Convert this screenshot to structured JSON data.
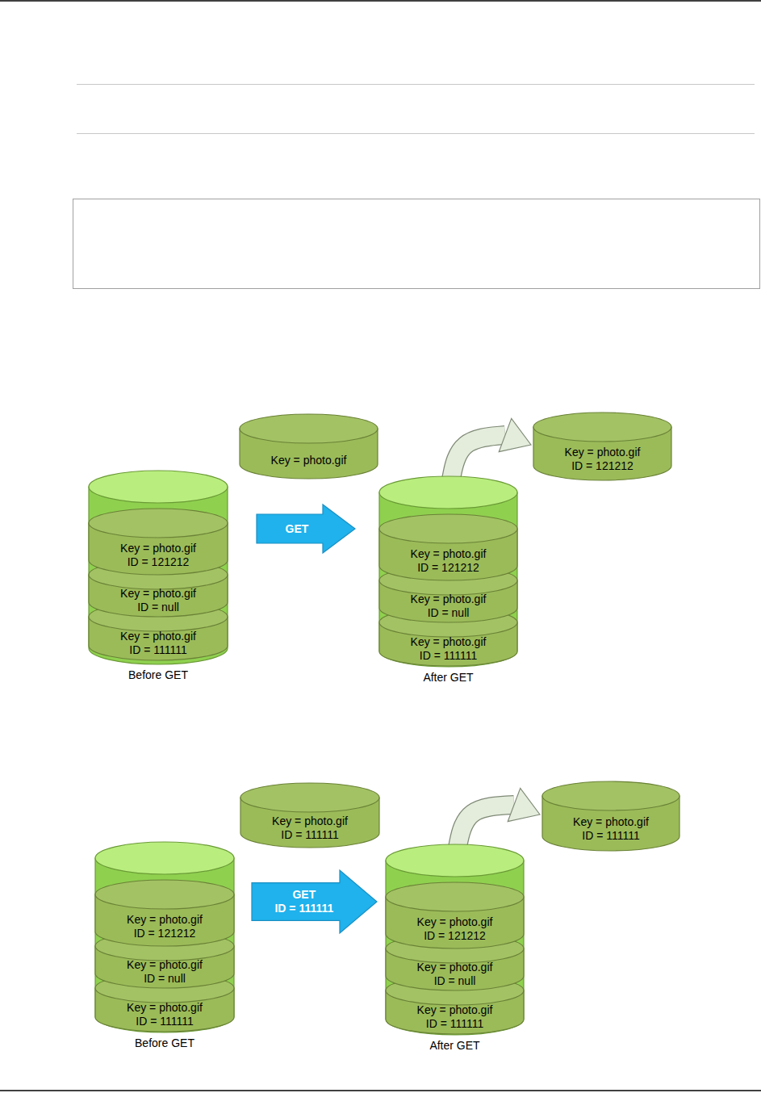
{
  "diagram": {
    "nodes": [
      {
        "text": [
          "Before GET"
        ]
      },
      {
        "text": [
          "Key = photo.gif",
          "ID = 121212"
        ],
        "in": 0
      },
      {
        "text": [
          "Key = photo.gif",
          "ID = null"
        ],
        "in": 0
      },
      {
        "text": [
          "Key = photo.gif",
          "ID = 111111"
        ],
        "in": 0
      },
      {
        "text": [
          "Key = photo.gif"
        ]
      },
      {
        "text": [
          "GET"
        ]
      },
      {
        "text": [
          "After GET"
        ]
      },
      {
        "text": [
          "Key = photo.gif",
          "ID = 121212"
        ],
        "in": 6
      },
      {
        "text": [
          "Key = photo.gif",
          "ID = null"
        ],
        "in": 6
      },
      {
        "text": [
          "Key = photo.gif",
          "ID = 111111"
        ],
        "in": 6
      },
      {
        "text": [
          "Key = photo.gif",
          "ID = 121212"
        ]
      },
      {
        "text": [
          "Before GET"
        ]
      },
      {
        "text": [
          "Key = photo.gif",
          "ID = 121212"
        ],
        "in": 11
      },
      {
        "text": [
          "Key = photo.gif",
          "ID = null"
        ],
        "in": 11
      },
      {
        "text": [
          "Key = photo.gif",
          "ID = 111111"
        ],
        "in": 11
      },
      {
        "text": [
          "Key = photo.gif",
          "ID = 111111"
        ]
      },
      {
        "text": [
          "GET",
          "ID = 111111"
        ]
      },
      {
        "text": [
          "After GET"
        ]
      },
      {
        "text": [
          "Key = photo.gif",
          "ID = 121212"
        ],
        "in": 17
      },
      {
        "text": [
          "Key = photo.gif",
          "ID = null"
        ],
        "in": 17
      },
      {
        "text": [
          "Key = photo.gif",
          "ID = 111111"
        ],
        "in": 17
      },
      {
        "text": [
          "Key = photo.gif",
          "ID = 111111"
        ]
      }
    ],
    "edges": [
      {
        "from": 6,
        "to": 10,
        "arrow": "to"
      },
      {
        "from": 17,
        "to": 21,
        "arrow": "to"
      }
    ]
  }
}
